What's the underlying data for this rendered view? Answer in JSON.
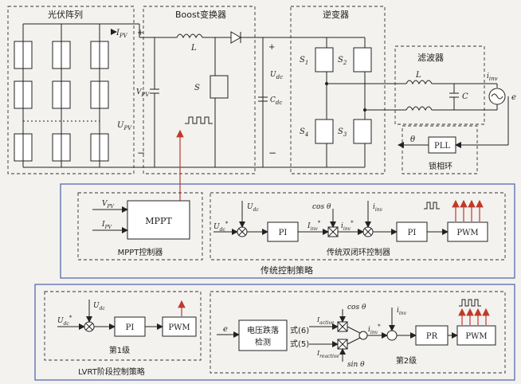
{
  "labels": {
    "pv_array": "光伏阵列",
    "boost": "Boost变换器",
    "inverter": "逆变器",
    "filter": "滤波器",
    "pll": "PLL",
    "pll_label": "锁相环",
    "mppt": "MPPT",
    "mppt_ctrl": "MPPT控制器",
    "dual_loop": "传统双闭环控制器",
    "traditional": "传统控制策略",
    "lvrt": "LVRT阶段控制策略",
    "stage1": "第1级",
    "stage2": "第2级",
    "pi": "PI",
    "pr": "PR",
    "pwm": "PWM",
    "voltage_detect_l1": "电压跌落",
    "voltage_detect_l2": "检测",
    "eq6": "式(6)",
    "eq5": "式(5)"
  },
  "symbols": {
    "ipv": "I",
    "ipv_sub": "PV",
    "vpv": "V",
    "vpv_sub": "PV",
    "upv": "U",
    "upv_sub": "PV",
    "L": "L",
    "S": "S",
    "udc": "U",
    "udc_sub": "dc",
    "cdc": "C",
    "cdc_sub": "dc",
    "s1": "S",
    "s1_sub": "1",
    "s2": "S",
    "s2_sub": "2",
    "s3": "S",
    "s3_sub": "3",
    "s4": "S",
    "s4_sub": "4",
    "C": "C",
    "iinv": "i",
    "iinv_sub": "inv",
    "e": "e",
    "theta": "θ",
    "cos_theta": "cos",
    "sin_theta": "sin",
    "iinv_ref": "i",
    "iinv_ref_sub": "inv",
    "iactive": "I",
    "iactive_sub": "active",
    "ireactive": "I",
    "ireactive_sub": "reactive",
    "udc_ref": "U",
    "udc_ref_sub": "dc",
    "iinv_cap": "I",
    "iinv_cap_sub": "inv",
    "plus": "+",
    "minus": "−",
    "star": "*"
  },
  "colors": {
    "panel_border": "#4a5fa8",
    "arrow": "#c0392b"
  }
}
